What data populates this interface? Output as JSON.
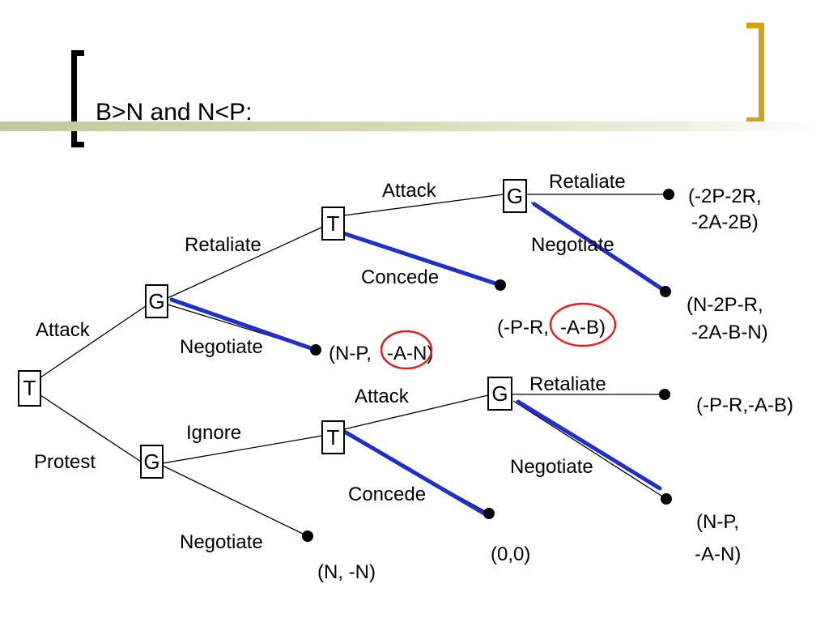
{
  "slide": {
    "title": "B>N and N<P:"
  },
  "colors": {
    "equilibrium_path": "#1f2fc8",
    "highlight_circle": "#e02020",
    "title_rule": "#c5c79a",
    "right_bracket": "#d4a017"
  },
  "tree": {
    "nodes": {
      "root": "T",
      "g_attack": "G",
      "g_protest": "G",
      "t_retaliate": "T",
      "t_ignore": "T",
      "g_attack_top": "G",
      "g_attack_bottom": "G"
    },
    "edges": {
      "attack": "Attack",
      "protest": "Protest",
      "retaliate": "Retaliate",
      "negotiate_top": "Negotiate",
      "ignore": "Ignore",
      "negotiate_bottom": "Negotiate",
      "attack_top": "Attack",
      "concede_top": "Concede",
      "attack_bottom": "Attack",
      "concede_bottom": "Concede",
      "retaliate_top": "Retaliate",
      "negotiate_top_right": "Negotiate",
      "retaliate_bottom": "Retaliate",
      "negotiate_bottom_right": "Negotiate"
    },
    "payoffs": {
      "top_retaliate_line1": "(-2P-2R,",
      "top_retaliate_line2": "-2A-2B)",
      "top_negotiate_line1": "(N-2P-R,",
      "top_negotiate_line2": "-2A-B-N)",
      "concede_top_part1": "(-P-R,",
      "concede_top_part2": "-A-B)",
      "negotiate_left_part1": "(N-P,",
      "negotiate_left_part2": "-A-N)",
      "bottom_retaliate": "(-P-R,-A-B)",
      "bottom_negotiate_line1": "(N-P,",
      "bottom_negotiate_line2": "-A-N)",
      "concede_bottom": "(0,0)",
      "protest_negotiate": "(N, -N)"
    }
  }
}
